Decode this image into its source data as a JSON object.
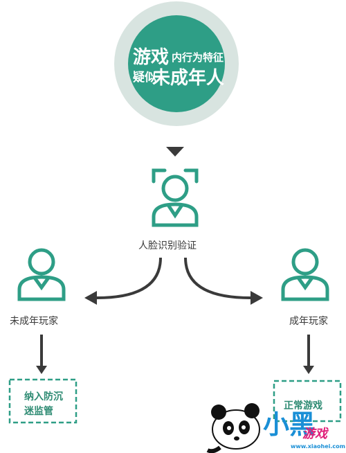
{
  "hero": {
    "line1_big": "游戏",
    "line1_small": "内行为特征",
    "line2_small": "疑似",
    "line2_big": "未成年人"
  },
  "nodes": {
    "face_label": "人脸识别验证",
    "minor_label": "未成年玩家",
    "adult_label": "成年玩家"
  },
  "outcomes": {
    "minor_line1": "纳入防沉",
    "minor_line2": "迷监管",
    "adult": "正常游戏"
  },
  "watermark": {
    "logo_text": "小黑",
    "logo_sub": "游戏",
    "url": "www.xiaohei.com"
  },
  "colors": {
    "teal": "#2e9e86",
    "teal_dark": "#1d8a72",
    "ring": "#d8e4e0",
    "arrow": "#3a3a3a",
    "logo_blue": "#1a8fd6",
    "logo_pink": "#e0207a"
  }
}
